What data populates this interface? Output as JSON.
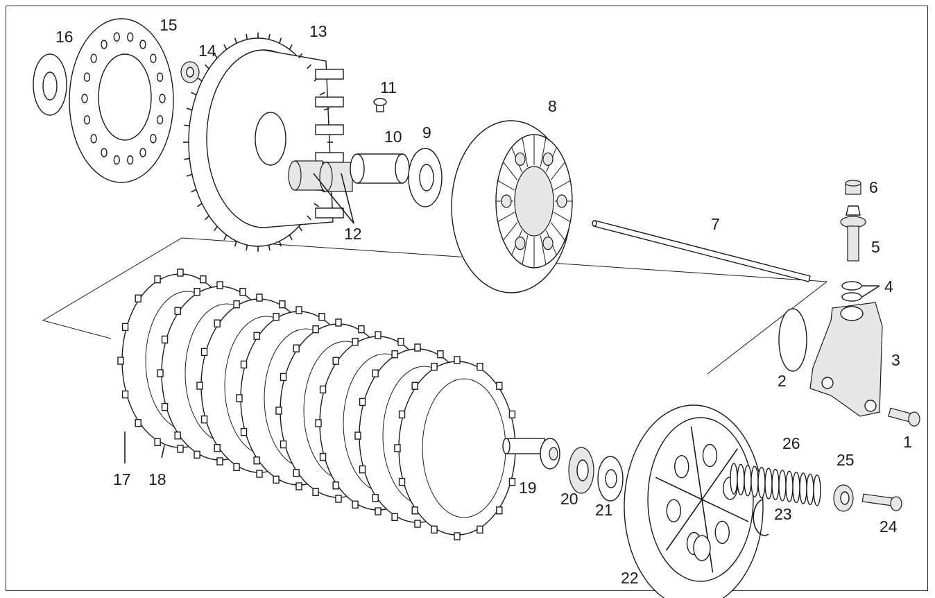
{
  "callouts": [
    {
      "id": "1",
      "text": "1"
    },
    {
      "id": "2",
      "text": "2"
    },
    {
      "id": "3",
      "text": "3"
    },
    {
      "id": "4",
      "text": "4"
    },
    {
      "id": "5",
      "text": "5"
    },
    {
      "id": "6",
      "text": "6"
    },
    {
      "id": "7",
      "text": "7"
    },
    {
      "id": "8",
      "text": "8"
    },
    {
      "id": "9",
      "text": "9"
    },
    {
      "id": "10",
      "text": "10"
    },
    {
      "id": "11",
      "text": "11"
    },
    {
      "id": "12",
      "text": "12"
    },
    {
      "id": "13",
      "text": "13"
    },
    {
      "id": "14",
      "text": "14"
    },
    {
      "id": "15",
      "text": "15"
    },
    {
      "id": "16",
      "text": "16"
    },
    {
      "id": "17",
      "text": "17"
    },
    {
      "id": "18",
      "text": "18"
    },
    {
      "id": "19",
      "text": "19"
    },
    {
      "id": "20",
      "text": "20"
    },
    {
      "id": "21",
      "text": "21"
    },
    {
      "id": "22",
      "text": "22"
    },
    {
      "id": "23",
      "text": "23"
    },
    {
      "id": "24",
      "text": "24"
    },
    {
      "id": "25",
      "text": "25"
    },
    {
      "id": "26",
      "text": "26"
    }
  ],
  "colors": {
    "line": "#1a1a1a",
    "shade": "#e6e6e6",
    "background": "#ffffff"
  }
}
